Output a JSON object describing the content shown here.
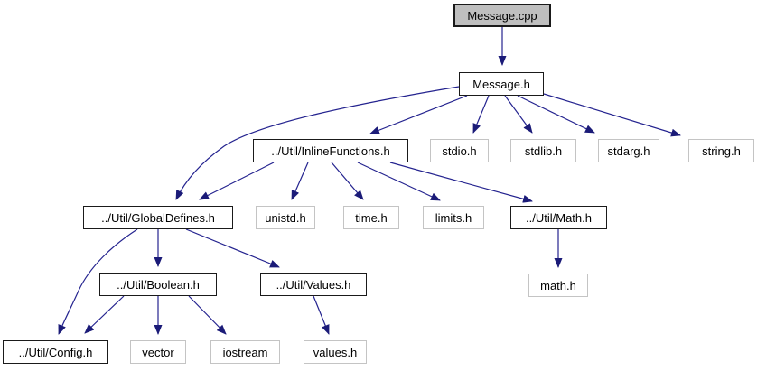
{
  "graph": {
    "type": "include-dependency-graph",
    "root_file": "Message.cpp",
    "colors": {
      "edge": "#24238f",
      "arrowhead": "#1b1b78",
      "root_fill": "#bfbfbf",
      "node_fill": "#ffffff",
      "internal_border": "#1a1a1a",
      "external_border": "#c4c4c4",
      "text": "#000000",
      "background": "#ffffff"
    },
    "nodes": [
      {
        "id": "message-cpp",
        "label": "Message.cpp",
        "kind": "root"
      },
      {
        "id": "message-h",
        "label": "Message.h",
        "kind": "internal"
      },
      {
        "id": "inline-functions",
        "label": "../Util/InlineFunctions.h",
        "kind": "internal"
      },
      {
        "id": "stdio",
        "label": "stdio.h",
        "kind": "external"
      },
      {
        "id": "stdlib",
        "label": "stdlib.h",
        "kind": "external"
      },
      {
        "id": "stdarg",
        "label": "stdarg.h",
        "kind": "external"
      },
      {
        "id": "string",
        "label": "string.h",
        "kind": "external"
      },
      {
        "id": "global-defines",
        "label": "../Util/GlobalDefines.h",
        "kind": "internal"
      },
      {
        "id": "unistd",
        "label": "unistd.h",
        "kind": "external"
      },
      {
        "id": "time",
        "label": "time.h",
        "kind": "external"
      },
      {
        "id": "limits",
        "label": "limits.h",
        "kind": "external"
      },
      {
        "id": "math-util",
        "label": "../Util/Math.h",
        "kind": "internal"
      },
      {
        "id": "boolean",
        "label": "../Util/Boolean.h",
        "kind": "internal"
      },
      {
        "id": "values-util",
        "label": "../Util/Values.h",
        "kind": "internal"
      },
      {
        "id": "math-sys",
        "label": "math.h",
        "kind": "external"
      },
      {
        "id": "config",
        "label": "../Util/Config.h",
        "kind": "internal"
      },
      {
        "id": "vector",
        "label": "vector",
        "kind": "external"
      },
      {
        "id": "iostream",
        "label": "iostream",
        "kind": "external"
      },
      {
        "id": "values-sys",
        "label": "values.h",
        "kind": "external"
      }
    ],
    "edges": [
      {
        "from": "Message.cpp",
        "to": "Message.h"
      },
      {
        "from": "Message.h",
        "to": "../Util/InlineFunctions.h"
      },
      {
        "from": "Message.h",
        "to": "../Util/GlobalDefines.h"
      },
      {
        "from": "Message.h",
        "to": "stdio.h"
      },
      {
        "from": "Message.h",
        "to": "stdlib.h"
      },
      {
        "from": "Message.h",
        "to": "stdarg.h"
      },
      {
        "from": "Message.h",
        "to": "string.h"
      },
      {
        "from": "../Util/InlineFunctions.h",
        "to": "../Util/GlobalDefines.h"
      },
      {
        "from": "../Util/InlineFunctions.h",
        "to": "unistd.h"
      },
      {
        "from": "../Util/InlineFunctions.h",
        "to": "time.h"
      },
      {
        "from": "../Util/InlineFunctions.h",
        "to": "limits.h"
      },
      {
        "from": "../Util/InlineFunctions.h",
        "to": "../Util/Math.h"
      },
      {
        "from": "../Util/GlobalDefines.h",
        "to": "../Util/Boolean.h"
      },
      {
        "from": "../Util/GlobalDefines.h",
        "to": "../Util/Values.h"
      },
      {
        "from": "../Util/GlobalDefines.h",
        "to": "../Util/Config.h"
      },
      {
        "from": "../Util/Boolean.h",
        "to": "../Util/Config.h"
      },
      {
        "from": "../Util/Boolean.h",
        "to": "vector"
      },
      {
        "from": "../Util/Boolean.h",
        "to": "iostream"
      },
      {
        "from": "../Util/Values.h",
        "to": "values.h"
      },
      {
        "from": "../Util/Math.h",
        "to": "math.h"
      }
    ]
  }
}
